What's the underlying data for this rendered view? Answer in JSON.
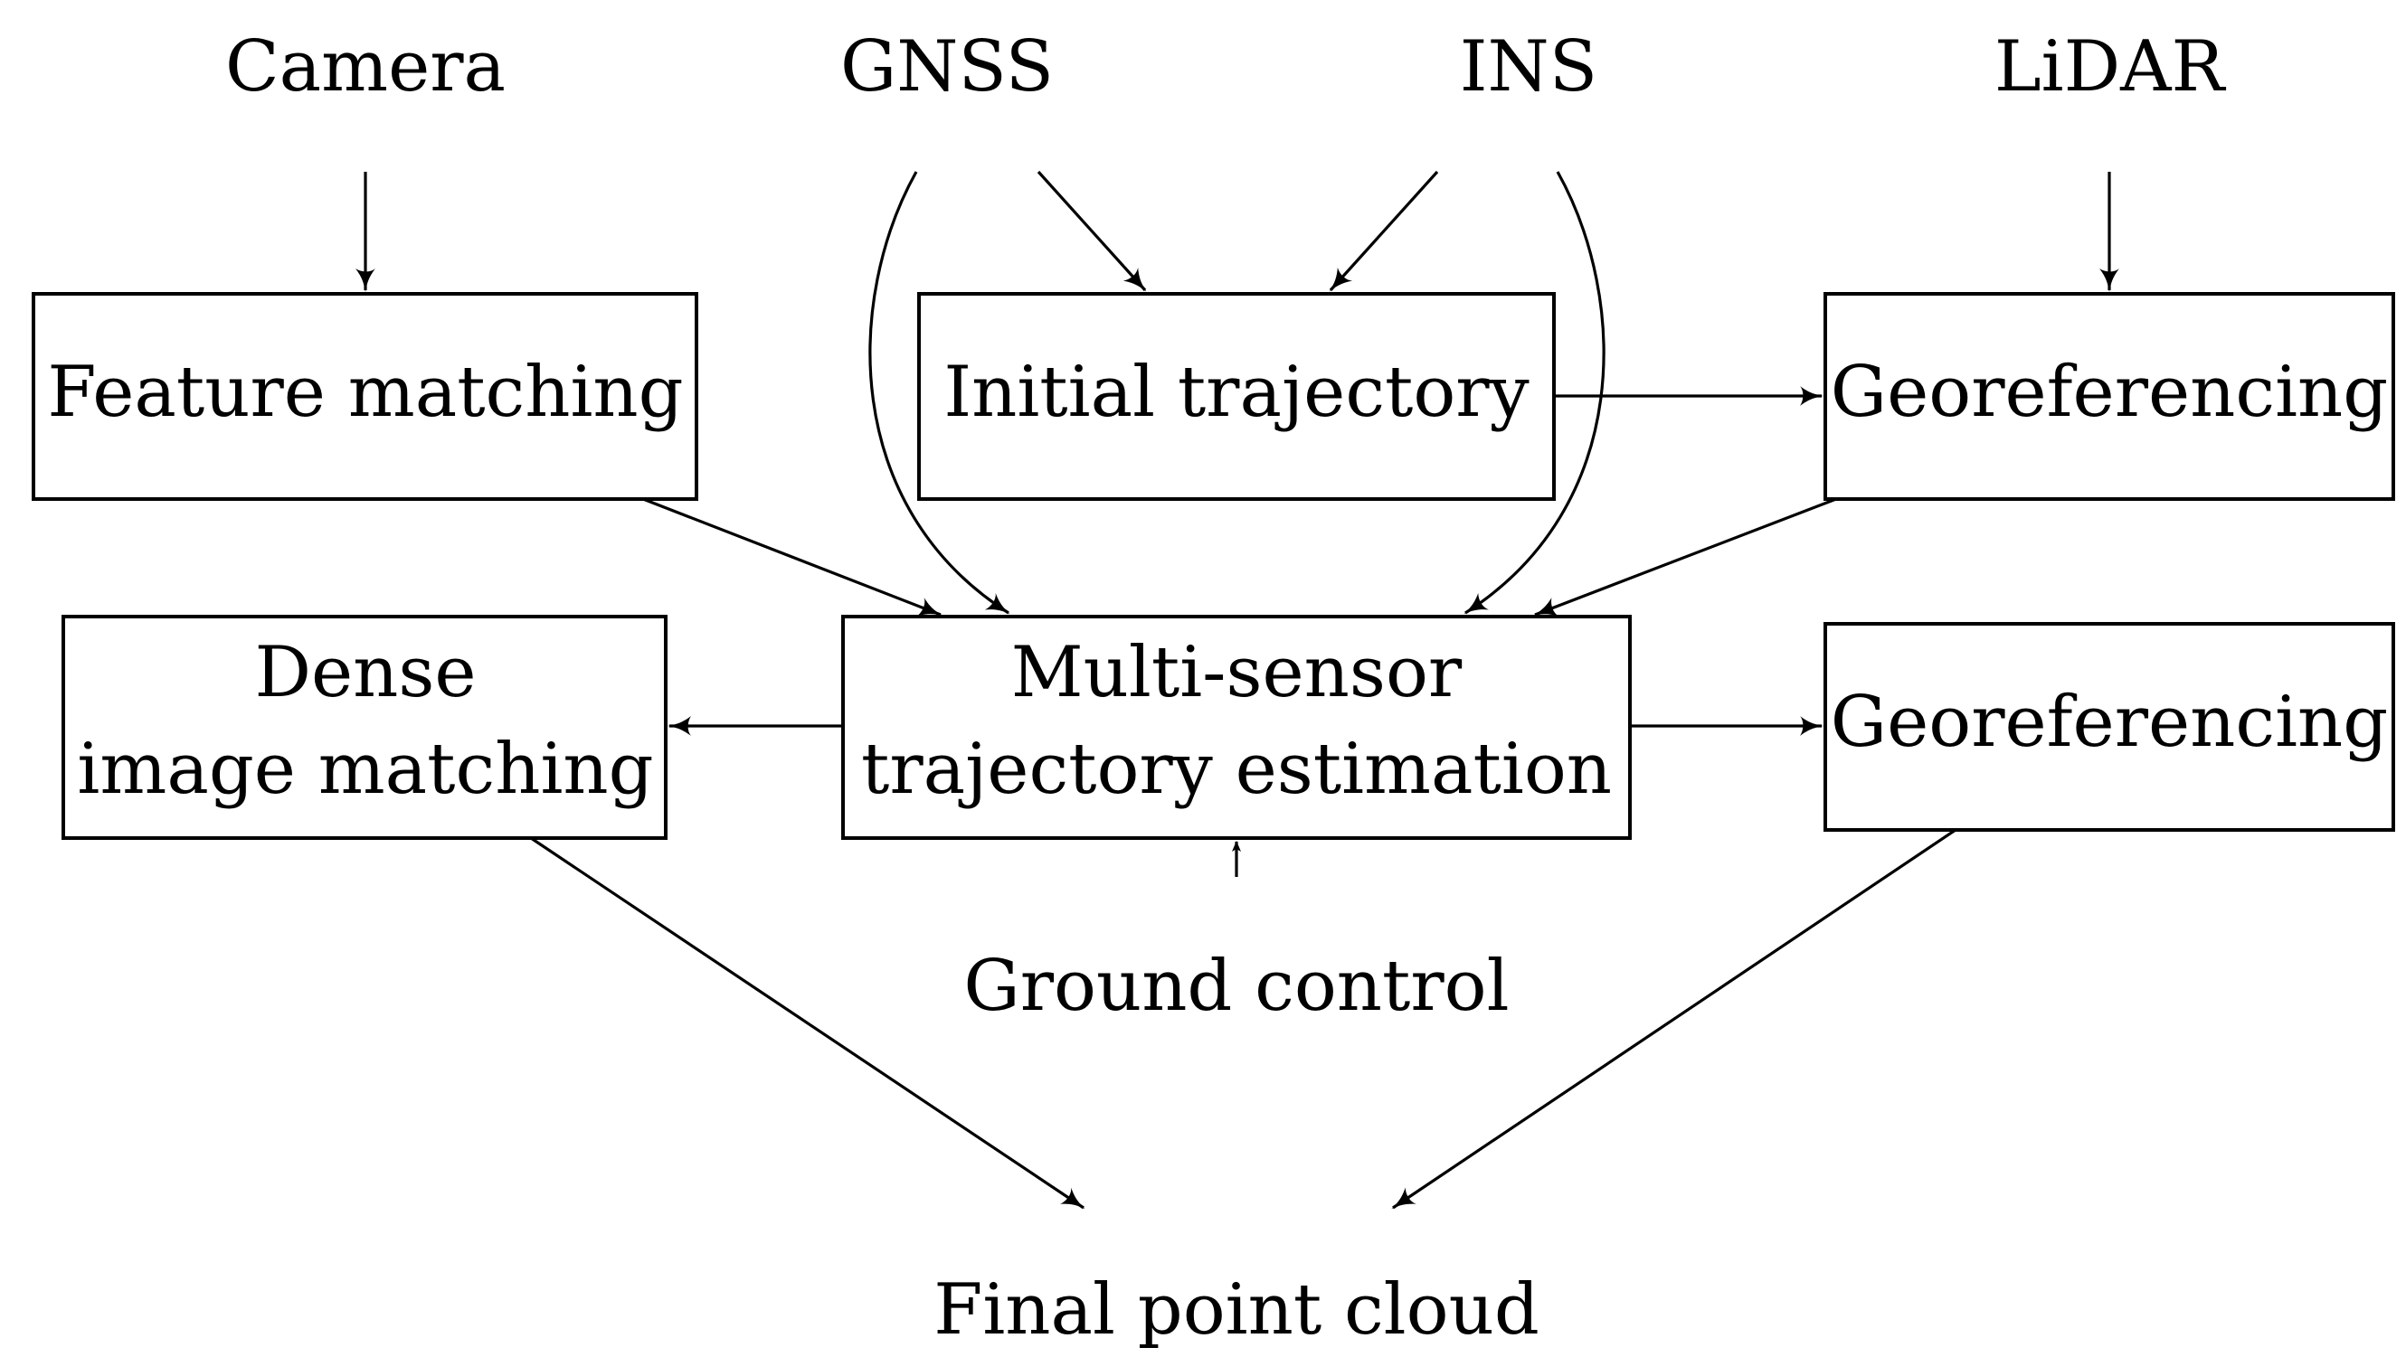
{
  "nodes": {
    "camera": "Camera",
    "gnss": "GNSS",
    "ins": "INS",
    "lidar": "LiDAR",
    "feature_matching": "Feature matching",
    "initial_trajectory": "Initial trajectory",
    "georeferencing_top": "Georeferencing",
    "dense_line1": "Dense",
    "dense_line2": "image matching",
    "multi_line1": "Multi-sensor",
    "multi_line2": "trajectory estimation",
    "georeferencing_bottom": "Georeferencing",
    "ground_control": "Ground control",
    "final_point_cloud": "Final point cloud"
  },
  "edges": [
    {
      "from": "Camera",
      "to": "Feature matching"
    },
    {
      "from": "GNSS",
      "to": "Initial trajectory"
    },
    {
      "from": "INS",
      "to": "Initial trajectory"
    },
    {
      "from": "LiDAR",
      "to": "Georeferencing"
    },
    {
      "from": "Initial trajectory",
      "to": "Georeferencing"
    },
    {
      "from": "GNSS",
      "to": "Multi-sensor trajectory estimation"
    },
    {
      "from": "INS",
      "to": "Multi-sensor trajectory estimation"
    },
    {
      "from": "Feature matching",
      "to": "Multi-sensor trajectory estimation"
    },
    {
      "from": "Georeferencing",
      "to": "Multi-sensor trajectory estimation"
    },
    {
      "from": "Multi-sensor trajectory estimation",
      "to": "Dense image matching"
    },
    {
      "from": "Multi-sensor trajectory estimation",
      "to": "Georeferencing"
    },
    {
      "from": "Ground control",
      "to": "Multi-sensor trajectory estimation"
    },
    {
      "from": "Dense image matching",
      "to": "Final point cloud"
    },
    {
      "from": "Georeferencing",
      "to": "Final point cloud"
    }
  ]
}
